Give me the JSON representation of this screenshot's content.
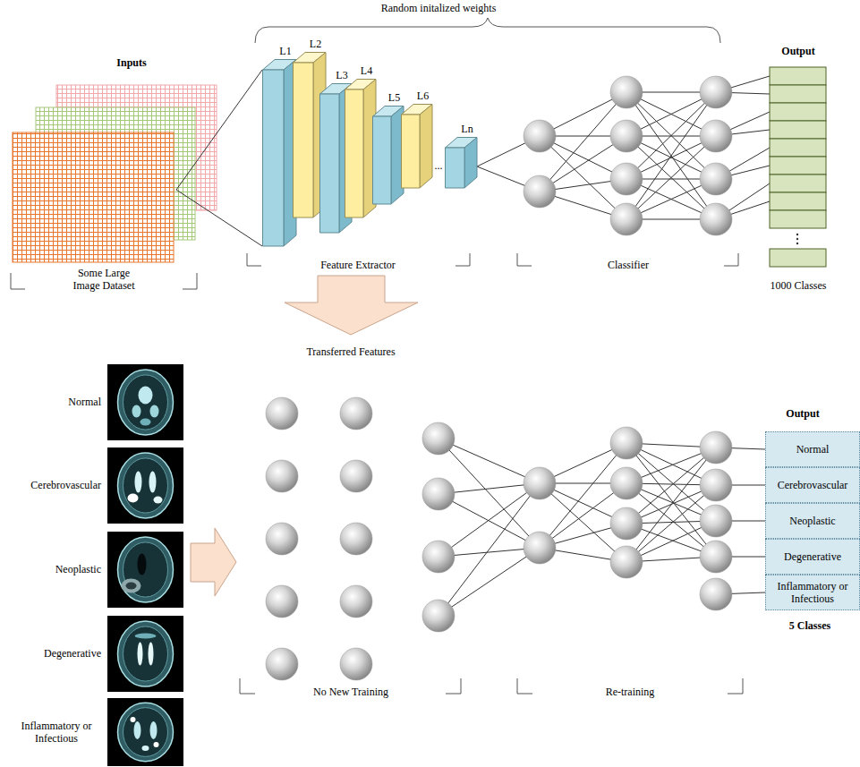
{
  "diagram": {
    "nodes": [
      {
        "text": [
          "L1"
        ]
      },
      {
        "text": [
          "L2"
        ]
      },
      {
        "text": [
          "L3"
        ]
      },
      {
        "text": [
          "L4"
        ]
      },
      {
        "text": [
          "L5"
        ]
      },
      {
        "text": [
          "L6"
        ]
      },
      {
        "text": [
          "Ln"
        ]
      },
      {
        "text": [
          "Normal"
        ]
      },
      {
        "text": [
          "Cerebrovascular"
        ]
      },
      {
        "text": [
          "Neoplastic"
        ]
      },
      {
        "text": [
          "Degenerative"
        ]
      },
      {
        "text": [
          "Inflammatory or Infectious"
        ]
      }
    ],
    "labels": [
      "Random initalized weights",
      "Inputs",
      "...",
      "Output",
      "Some Large Image Dataset",
      "Feature Extractor",
      "Classifier",
      "1000 Classes",
      "Transferred Features",
      "Normal",
      "Cerebrovascular",
      "Neoplastic",
      "Degenerative",
      "Inflammatory or Infectious",
      "No New Training",
      "Re-training",
      "Output",
      "5 Classes"
    ]
  }
}
